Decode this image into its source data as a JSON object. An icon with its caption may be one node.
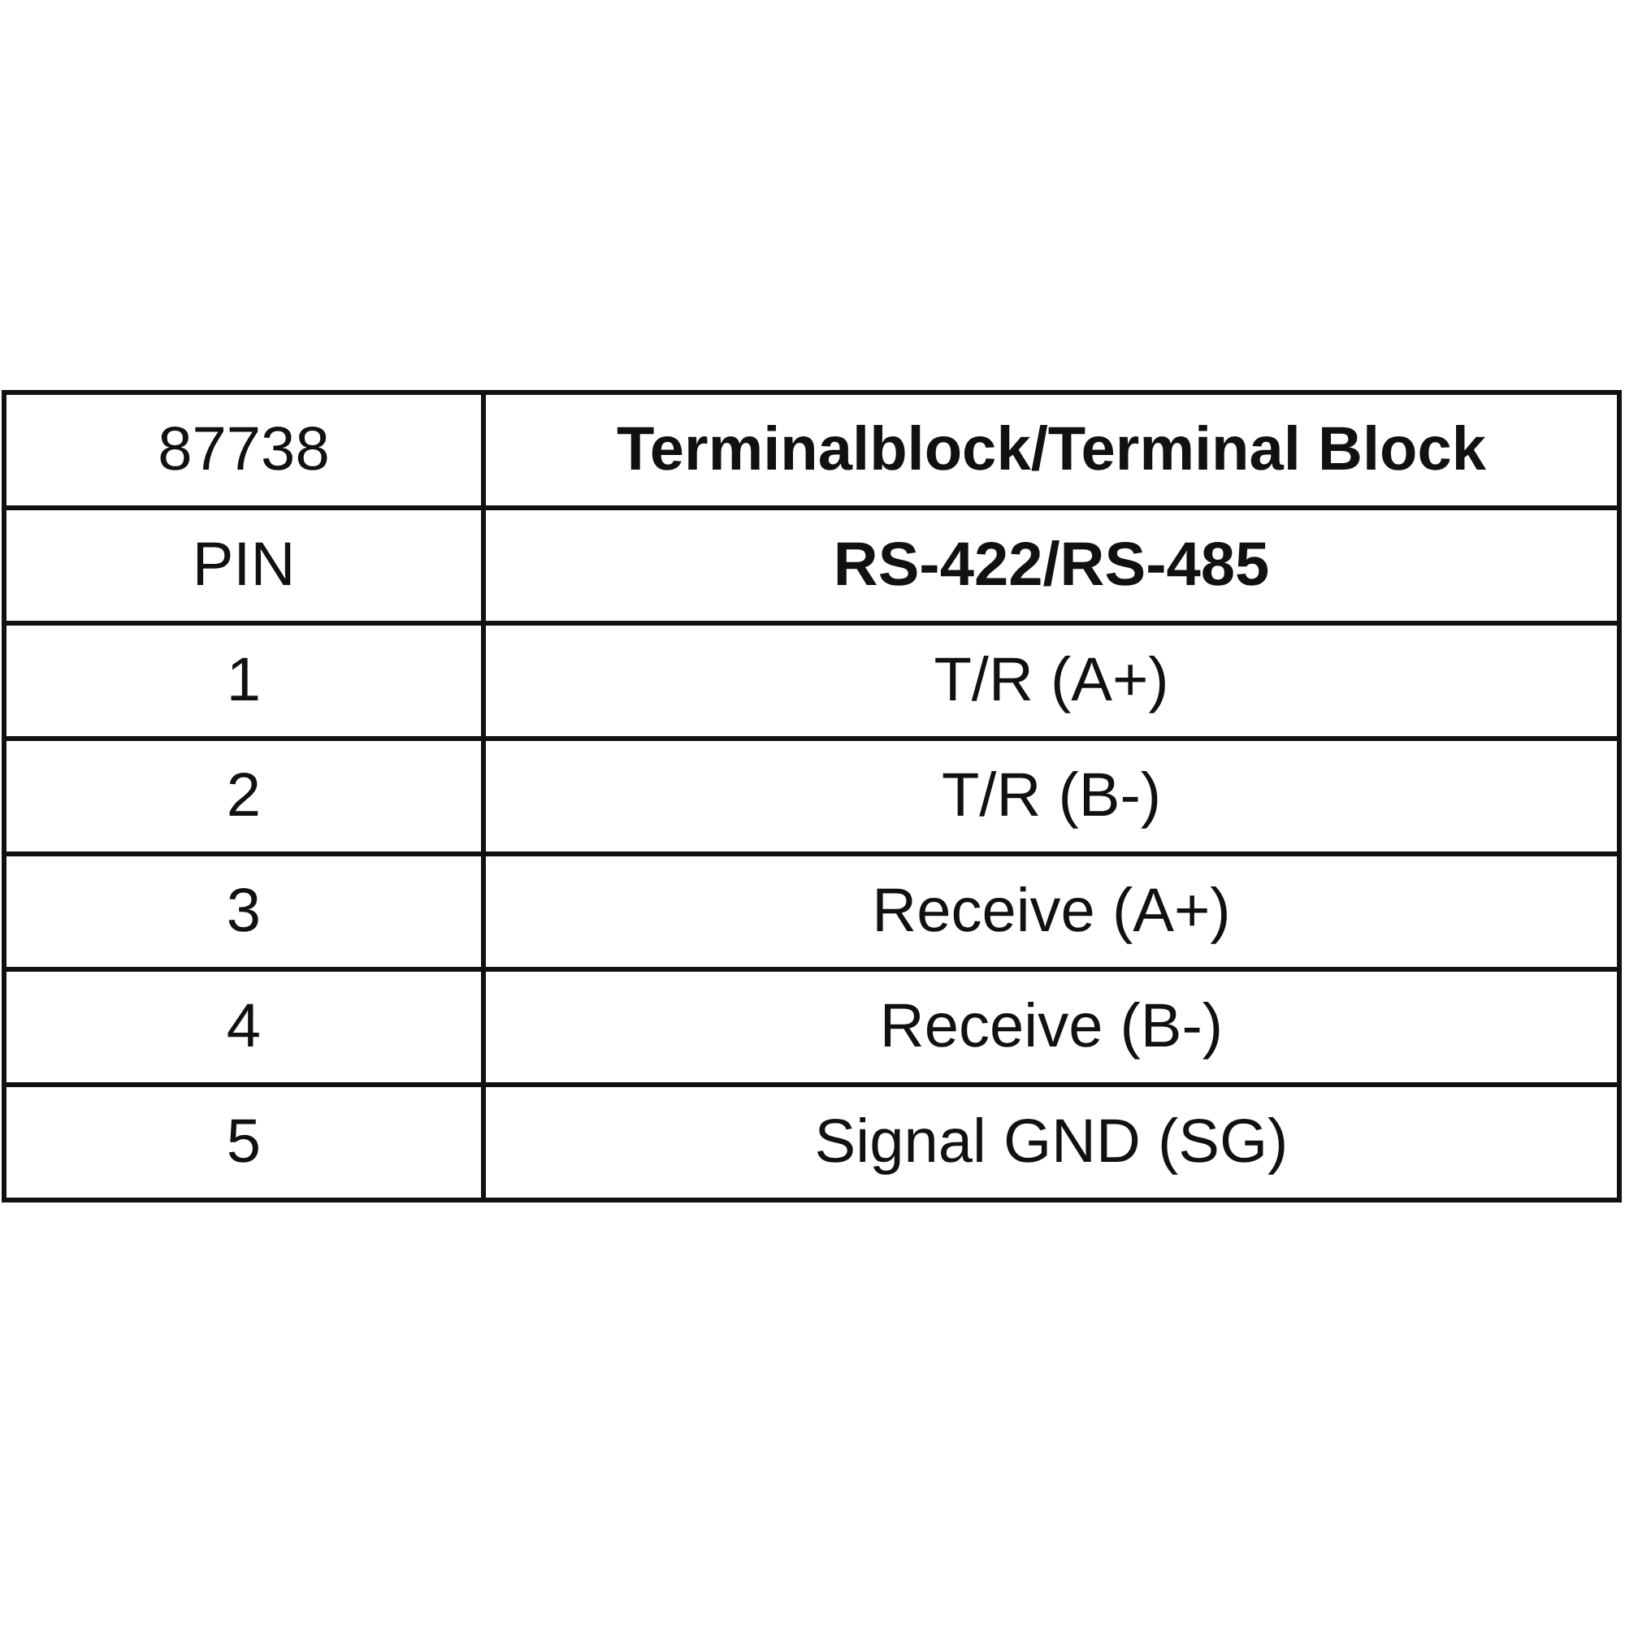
{
  "diagram": {
    "labels": [
      "87738",
      "Terminalblock/Terminal Block",
      "PIN",
      "RS-422/RS-485",
      "1",
      "T/R (A+)",
      "2",
      "T/R (B-)",
      "3",
      "Receive (A+)",
      "4",
      "Receive (B-)",
      "5",
      "Signal GND (SG)"
    ]
  }
}
